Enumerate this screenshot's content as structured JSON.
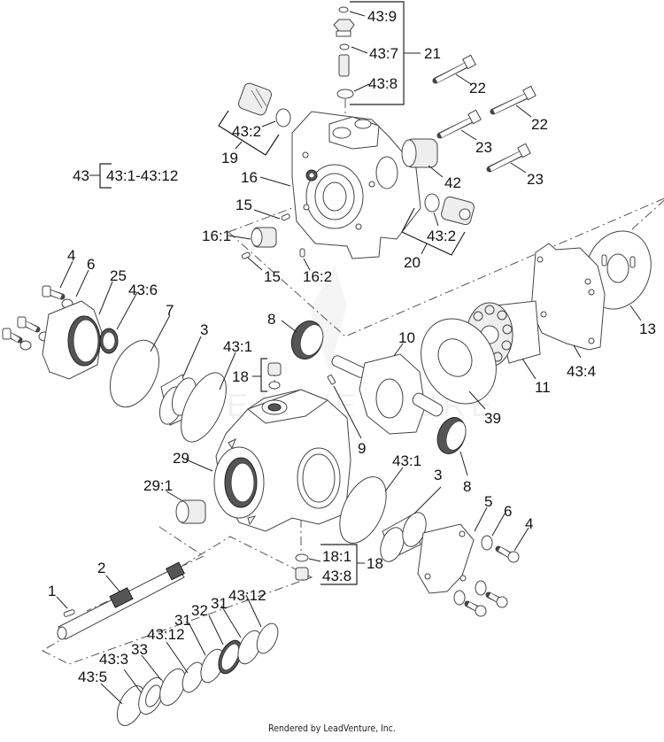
{
  "diagram": {
    "title": "Hydraulic motor exploded parts view",
    "watermark": "LEADVENTURE",
    "footer": "Rendered by LeadVenture, Inc.",
    "kit_callout": {
      "number": "43",
      "range": "43:1-43:12"
    },
    "labels": {
      "l43_9": "43:9",
      "l43_7": "43:7",
      "l43_8_top": "43:8",
      "l21": "21",
      "l22_a": "22",
      "l22_b": "22",
      "l23_a": "23",
      "l23_b": "23",
      "l43_2_left": "43:2",
      "l19": "19",
      "l16": "16",
      "l15_a": "15",
      "l16_1": "16:1",
      "l15_b": "15",
      "l16_2": "16:2",
      "l42": "42",
      "l43_2_right": "43:2",
      "l20": "20",
      "l13": "13",
      "l43_4": "43:4",
      "l11": "11",
      "l39": "39",
      "l10": "10",
      "l9": "9",
      "l8_a": "8",
      "l8_b": "8",
      "l4_left": "4",
      "l6_left": "6",
      "l25": "25",
      "l43_6": "43:6",
      "l7": "7",
      "l3_left": "3",
      "l43_1_left": "43:1",
      "l18_top": "18",
      "l29": "29",
      "l29_1": "29:1",
      "l43_1_right": "43:1",
      "l3_right": "3",
      "l5": "5",
      "l6_right": "6",
      "l4_right": "4",
      "l18_1": "18:1",
      "l43_8_bottom": "43:8",
      "l18_bottom": "18",
      "l1": "1",
      "l2": "2",
      "l43_12_a": "43:12",
      "l31_a": "31",
      "l32": "32",
      "l31_b": "31",
      "l43_12_b": "43:12",
      "l33": "33",
      "l43_3": "43:3",
      "l43_5": "43:5"
    }
  }
}
